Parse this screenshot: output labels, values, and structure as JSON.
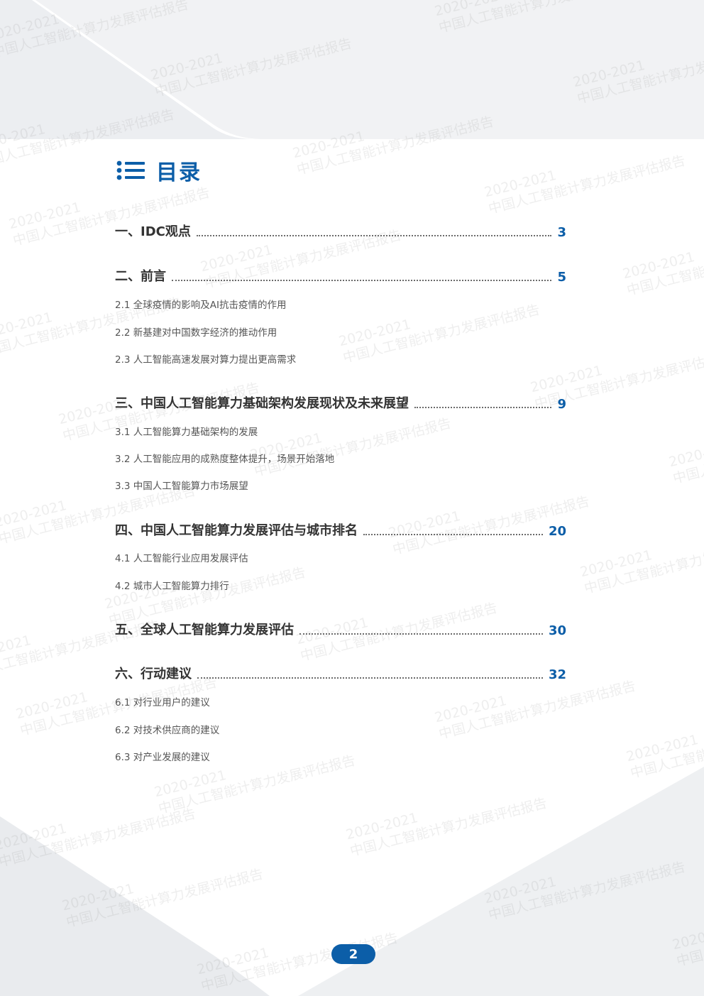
{
  "toc_title": "目录",
  "entries": [
    {
      "label": "一、IDC观点",
      "page": "3",
      "subs": []
    },
    {
      "label": "二、前言",
      "page": "5",
      "subs": [
        "2.1 全球疫情的影响及AI抗击疫情的作用",
        "2.2 新基建对中国数字经济的推动作用",
        "2.3 人工智能高速发展对算力提出更高需求"
      ]
    },
    {
      "label": "三、中国人工智能算力基础架构发展现状及未来展望",
      "page": "9",
      "subs": [
        "3.1 人工智能算力基础架构的发展",
        "3.2 人工智能应用的成熟度整体提升，场景开始落地",
        "3.3 中国人工智能算力市场展望"
      ]
    },
    {
      "label": "四、中国人工智能算力发展评估与城市排名",
      "page": "20",
      "subs": [
        "4.1 人工智能行业应用发展评估",
        "4.2 城市人工智能算力排行"
      ]
    },
    {
      "label": "五、全球人工智能算力发展评估",
      "page": "30",
      "subs": []
    },
    {
      "label": "六、行动建议",
      "page": "32",
      "subs": [
        "6.1 对行业用户的建议",
        "6.2 对技术供应商的建议",
        "6.3 对产业发展的建议"
      ]
    }
  ],
  "page_number": "2",
  "watermark": {
    "year": "2020-2021",
    "text": "中国人工智能计算力发展评估报告"
  },
  "colors": {
    "accent": "#0c5ea8",
    "background_shape": "#eceef1"
  }
}
